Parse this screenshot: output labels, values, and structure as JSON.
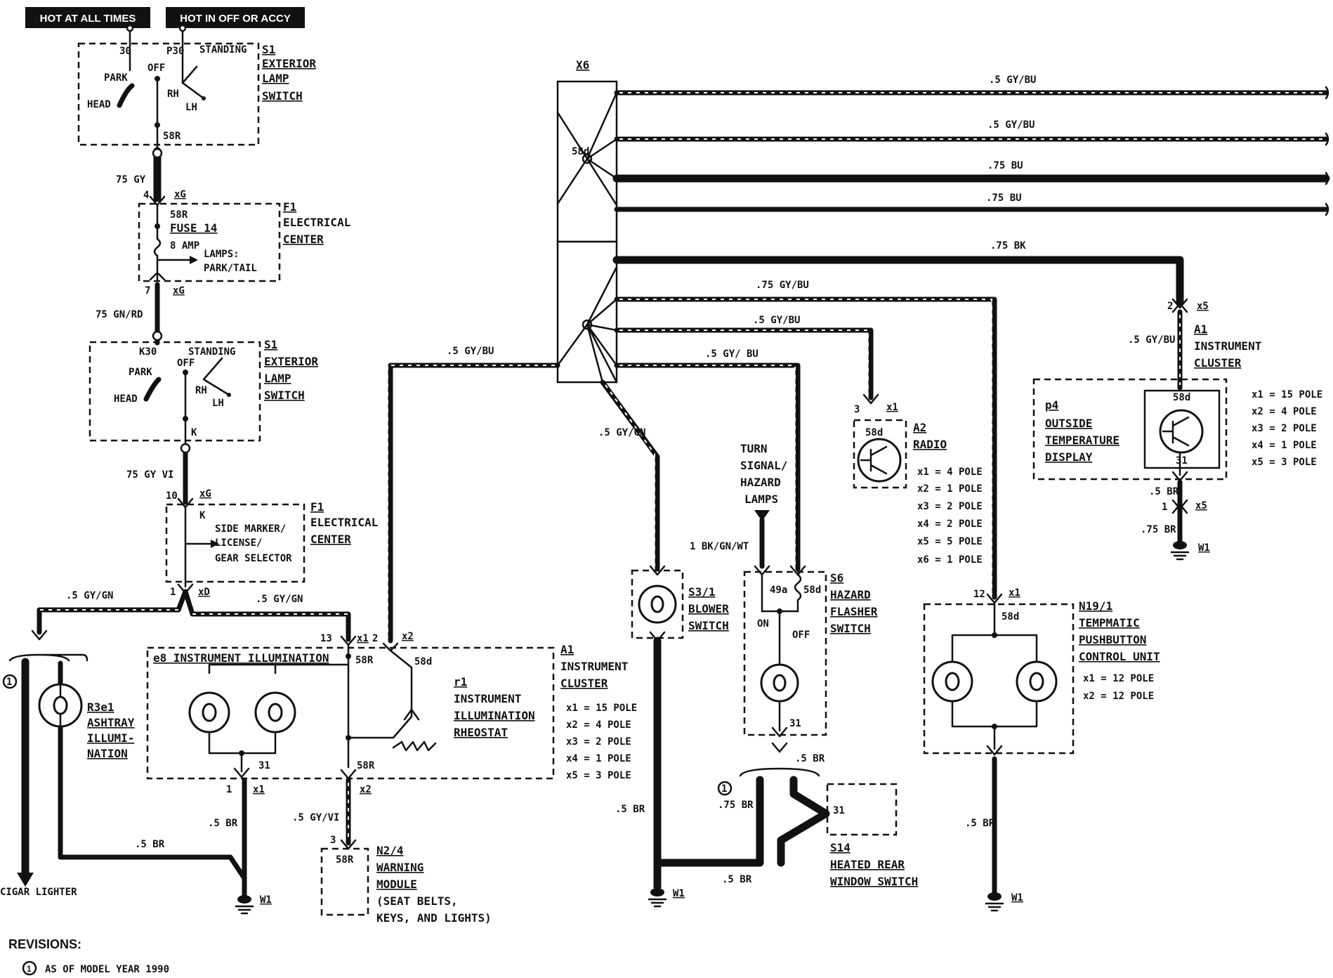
{
  "badges": {
    "hot_at_all_times": "HOT AT ALL TIMES",
    "hot_in_off_or_accy": "HOT IN OFF OR ACCY"
  },
  "s1_top": {
    "id": "S1",
    "name1": "EXTERIOR",
    "name2": "LAMP",
    "name3": "SWITCH",
    "t30": "30",
    "tp30": "P30",
    "standing": "STANDING",
    "park": "PARK",
    "off": "OFF",
    "head": "HEAD",
    "rh": "RH",
    "lh": "LH",
    "t58r": "58R"
  },
  "wire_75gy": "75 GY",
  "f1_top": {
    "pin4": "4",
    "conn": "xG",
    "t58r": "58R",
    "fuse": "FUSE 14",
    "amp": "8 AMP",
    "lamps1": "LAMPS:",
    "lamps2": "PARK/TAIL",
    "id": "F1",
    "name1": "ELECTRICAL",
    "name2": "CENTER",
    "pin7": "7",
    "conn2": "xG"
  },
  "wire_75gnrd": "75 GN/RD",
  "s1_mid": {
    "id": "S1",
    "name1": "EXTERIOR",
    "name2": "LAMP",
    "name3": "SWITCH",
    "k30": "K30",
    "standing": "STANDING",
    "park": "PARK",
    "off": "OFF",
    "head": "HEAD",
    "rh": "RH",
    "lh": "LH",
    "k": "K"
  },
  "wire_75gyvi": "75 GY VI",
  "f1_mid": {
    "pin10": "10",
    "conn": "xG",
    "k": "K",
    "side1": "SIDE MARKER/",
    "side2": "LICENSE/",
    "side3": "GEAR SELECTOR",
    "id": "F1",
    "name1": "ELECTRICAL",
    "name2": "CENTER",
    "pin1": "1",
    "conn2": "xD"
  },
  "wire_5gygn_left": ".5 GY/GN",
  "wire_5gygn_right": ".5 GY/GN",
  "circled_one": "1",
  "ashtray": {
    "id": "R3e1",
    "n1": "ASHTRAY",
    "n2": "ILLUMI-",
    "n3": "NATION"
  },
  "cigar": "CIGAR LIGHTER",
  "a1_left": {
    "pin13": "13",
    "x1": "x1",
    "pin2": "2",
    "x2": "x2",
    "e8": "e8 INSTRUMENT ILLUMINATION",
    "t58r": "58R",
    "t58d": "58d",
    "r1id": "r1",
    "r1a": "INSTRUMENT",
    "r1b": "ILLUMINATION",
    "r1c": "RHEOSTAT",
    "id": "A1",
    "name1": "INSTRUMENT",
    "name2": "CLUSTER",
    "poles": [
      "x1 = 15 POLE",
      "x2 = 4 POLE",
      "x3 = 2 POLE",
      "x4 = 1 POLE",
      "x5 = 3 POLE"
    ],
    "t31": "31",
    "t58r2": "58R",
    "pin1": "1",
    "x1b": "x1",
    "x2b": "x2"
  },
  "wire_5br_a": ".5 BR",
  "wire_5br_b": ".5 BR",
  "wire_5gyvi": ".5 GY/VI",
  "ground_label": "W1",
  "n24": {
    "pin3": "3",
    "t58r": "58R",
    "id": "N2/4",
    "n1": "WARNING",
    "n2": "MODULE",
    "n3": "(SEAT BELTS,",
    "n4": "KEYS, AND LIGHTS)"
  },
  "x6": {
    "id": "X6",
    "t58d_a": "58d",
    "t58d_b": "58d"
  },
  "wires_right": {
    "w1": ".5 GY/BU",
    "w2": ".5 GY/BU",
    "w3": ".75 BU",
    "w4": ".75 BU",
    "w5": ".75 BK",
    "w6": ".75 GY/BU",
    "w7": ".5 GY/BU",
    "w8": ".5 GY/ BU",
    "w9": ".5 GY/BU",
    "w10": ".5 GY/GN"
  },
  "radio": {
    "pin3": "3",
    "x1": "x1",
    "t58d": "58d",
    "id": "A2",
    "name": "RADIO",
    "poles": [
      "x1 = 4 POLE",
      "x2 = 1 POLE",
      "x3 = 2 POLE",
      "x4 = 2 POLE",
      "x5 = 5 POLE",
      "x6 = 1 POLE"
    ]
  },
  "turn": {
    "l1": "TURN",
    "l2": "SIGNAL/",
    "l3": "HAZARD",
    "l4": "LAMPS",
    "wire": "1 BK/GN/WT"
  },
  "blower": {
    "id": "S3/1",
    "n1": "BLOWER",
    "n2": "SWITCH"
  },
  "hazard": {
    "id": "S6",
    "n1": "HAZARD",
    "n2": "FLASHER",
    "n3": "SWITCH",
    "t49a": "49a",
    "t58d": "58d",
    "on": "ON",
    "off": "OFF",
    "t31": "31"
  },
  "wire_5br_c": ".5 BR",
  "wire_5br_d": ".5 BR",
  "wire_75br_e": ".75 BR",
  "wire_5br_f": ".5 BR",
  "s14": {
    "t31": "31",
    "id": "S14",
    "n1": "HEATED REAR",
    "n2": "WINDOW SWITCH"
  },
  "tempmatic": {
    "pin12": "12",
    "x1": "x1",
    "t58d": "58d",
    "id": "N19/1",
    "n1": "TEMPMATIC",
    "n2": "PUSHBUTTON",
    "n3": "CONTROL UNIT",
    "poles": [
      "x1 = 12 POLE",
      "x2 = 12 POLE"
    ]
  },
  "wire_5br_g": ".5 BR",
  "a1_right": {
    "pin2": "2",
    "x5": "x5",
    "wire": ".5 GY/BU",
    "id": "A1",
    "n1": "INSTRUMENT",
    "n2": "CLUSTER",
    "p4id": "p4",
    "p4a": "OUTSIDE",
    "p4b": "TEMPERATURE",
    "p4c": "DISPLAY",
    "t58d": "58d",
    "t31": "31",
    "poles": [
      "x1 = 15 POLE",
      "x2 = 4 POLE",
      "x3 = 2 POLE",
      "x4 = 1 POLE",
      "x5 = 3 POLE"
    ],
    "wire_br": ".5 BR",
    "pin1": "1",
    "x5b": "x5",
    "wire_75br": ".75 BR"
  },
  "revisions": {
    "title": "REVISIONS:",
    "mark": "1",
    "text": "AS OF MODEL YEAR 1990"
  }
}
